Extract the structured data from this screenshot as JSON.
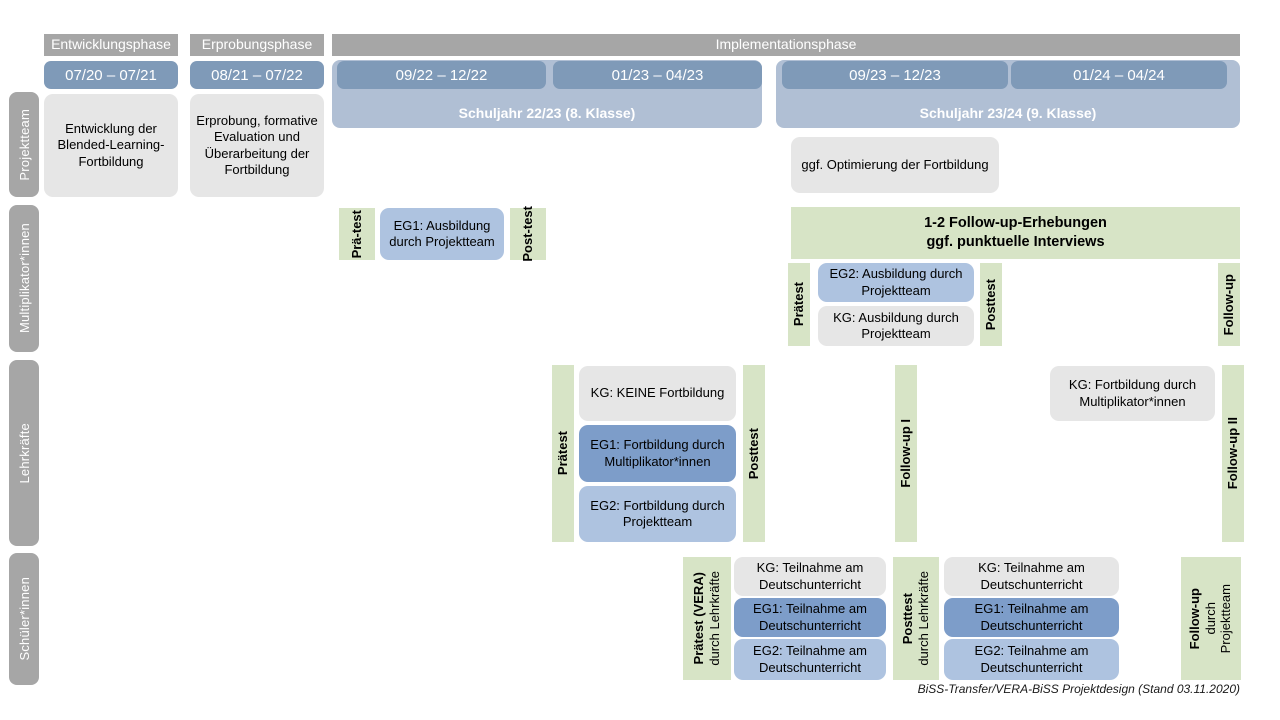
{
  "title": "BiSS-Transfer/VERA-BiSS Projektdesign",
  "colors": {
    "phase_gray": "#a6a6a6",
    "date_blue": "#7f9ab8",
    "year_band": "#b0bfd4",
    "box_gray": "#e6e6e6",
    "eg1_blue": "#7d9dc9",
    "eg2_blue": "#aec3e0",
    "test_green": "#d7e4c6"
  },
  "phases": [
    {
      "label": "Entwicklungsphase"
    },
    {
      "label": "Erprobungsphase"
    },
    {
      "label": "Implementationsphase"
    }
  ],
  "periods": [
    {
      "label": "07/20 – 07/21"
    },
    {
      "label": "08/21 – 07/22"
    },
    {
      "label": "09/22 – 12/22"
    },
    {
      "label": "01/23 – 04/23"
    },
    {
      "label": "09/23 – 12/23"
    },
    {
      "label": "01/24 – 04/24"
    }
  ],
  "school_years": [
    {
      "label": "Schuljahr 22/23 (8. Klasse)"
    },
    {
      "label": "Schuljahr 23/24 (9. Klasse)"
    }
  ],
  "rows": [
    {
      "id": "projektteam",
      "label": "Projektteam"
    },
    {
      "id": "multiplikatorinnen",
      "label": "Multiplikator*innen"
    },
    {
      "id": "lehrkraefte",
      "label": "Lehrkräfte"
    },
    {
      "id": "schuelerinnen",
      "label": "Schüler*innen"
    }
  ],
  "projektteam": {
    "entwicklung": "Entwicklung der Blended-Learning-Fortbildung",
    "erprobung": "Erprobung, formative Evaluation und Überarbeitung der Fortbildung",
    "optimierung": "ggf. Optimierung der Fortbildung"
  },
  "multiplikatoren": {
    "praetest_1": "Prä-test",
    "eg1": "EG1: Ausbildung durch Projektteam",
    "posttest_1": "Post-test",
    "followup_banner_line1": "1-2 Follow-up-Erhebungen",
    "followup_banner_line2": "ggf. punktuelle Interviews",
    "praetest_2": "Prätest",
    "eg2": "EG2: Ausbildung durch Projektteam",
    "kg": "KG: Ausbildung durch Projektteam",
    "posttest_2": "Posttest",
    "followup": "Follow-up"
  },
  "lehrkraefte": {
    "praetest": "Prätest",
    "kg": "KG:  KEINE Fortbildung",
    "eg1": "EG1: Fortbildung durch Multiplikator*innen",
    "eg2": "EG2: Fortbildung durch Projektteam",
    "posttest": "Posttest",
    "followup_1": "Follow-up I",
    "kg_right": "KG: Fortbildung durch Multiplikator*innen",
    "followup_2": "Follow-up II"
  },
  "schuelerinnen": {
    "praetest_main": "Prätest (VERA)",
    "praetest_sub": "durch Lehrkräfte",
    "kg_left": "KG: Teilnahme am Deutschunterricht",
    "eg1_left": "EG1: Teilnahme am Deutschunterricht",
    "eg2_left": "EG2: Teilnahme am Deutschunterricht",
    "posttest_main": "Posttest",
    "posttest_sub": "durch Lehrkräfte",
    "kg_right": "KG: Teilnahme am Deutschunterricht",
    "eg1_right": "EG1: Teilnahme am Deutschunterricht",
    "eg2_right": "EG2: Teilnahme am Deutschunterricht",
    "followup_main": "Follow-up",
    "followup_sub1": "durch",
    "followup_sub2": "Projektteam"
  },
  "footer": {
    "note": "BiSS-Transfer/VERA-BiSS Projektdesign (Stand 03.11.2020)"
  }
}
